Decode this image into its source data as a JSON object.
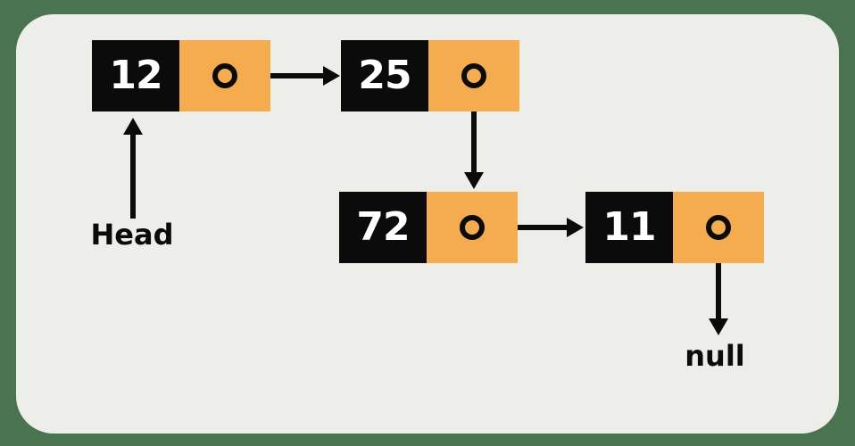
{
  "labels": {
    "head": "Head",
    "null": "null"
  },
  "nodes": [
    {
      "value": "12"
    },
    {
      "value": "25"
    },
    {
      "value": "72"
    },
    {
      "value": "11"
    }
  ],
  "colors": {
    "background": "#4A7350",
    "card": "#EDEEE9",
    "cell_black": "#0B0B0B",
    "cell_orange": "#F5AC4F",
    "value_text": "#FFFFFF",
    "label_text": "#0B0B0B",
    "arrow": "#0B0B0B"
  }
}
